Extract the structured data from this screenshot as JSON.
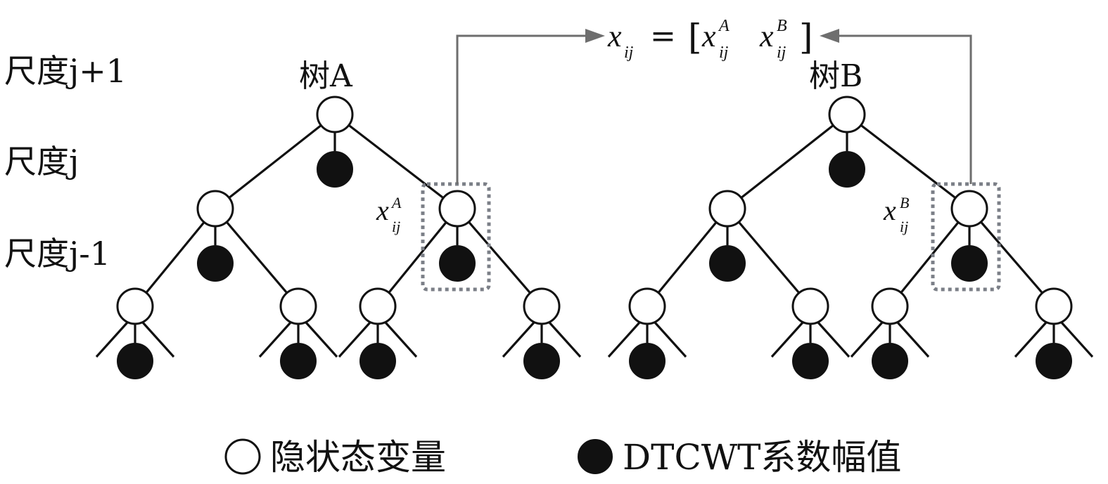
{
  "scale_labels": [
    "尺度j+1",
    "尺度j",
    "尺度j-1"
  ],
  "trees": [
    {
      "name": "树A",
      "node_label": "x_ij^A"
    },
    {
      "name": "树B",
      "node_label": "x_ij^B"
    }
  ],
  "combined_formula": "x_ij = [x_ij^A x_ij^B]",
  "legend": [
    {
      "symbol": "hidden-state",
      "label": "隐状态变量"
    },
    {
      "symbol": "coefficient",
      "label": "DTCWT系数幅值"
    }
  ],
  "colors": {
    "hidden_state_fill": "#ffffff",
    "coefficient_fill": "#111111",
    "selection_box": "#7b7f87",
    "arrow": "#6e6e6e"
  }
}
